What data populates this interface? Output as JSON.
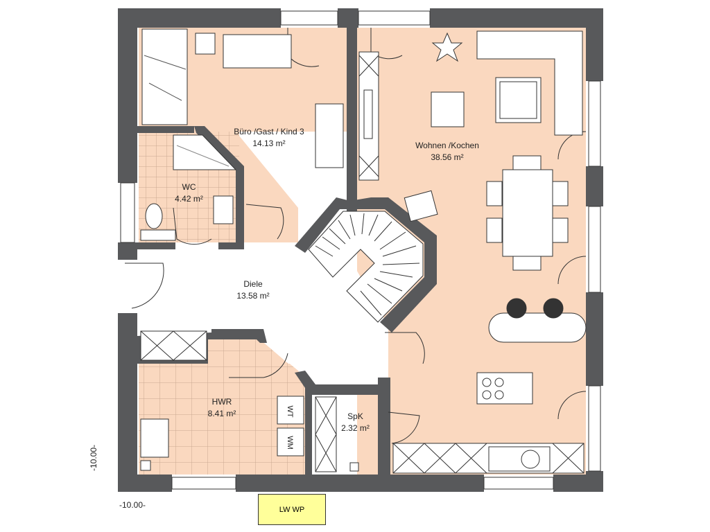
{
  "plan": {
    "colors": {
      "wall": "#58595b",
      "floor": "#fad8bf",
      "hallway": "#ffffff",
      "tile_line": "#c9a890",
      "outline": "#333333",
      "label_box": "#ffff9a"
    },
    "rooms": [
      {
        "id": "buero",
        "name": "Büro /Gast / Kind 3",
        "area": "14.13 m²"
      },
      {
        "id": "wohnen",
        "name": "Wohnen /Kochen",
        "area": "38.56 m²"
      },
      {
        "id": "wc",
        "name": "WC",
        "area": "4.42 m²"
      },
      {
        "id": "diele",
        "name": "Diele",
        "area": "13.58 m²"
      },
      {
        "id": "hwr",
        "name": "HWR",
        "area": "8.41 m²"
      },
      {
        "id": "spk",
        "name": "SpK",
        "area": "2.32 m²"
      }
    ],
    "dimensions": {
      "bottom": "-10.00-",
      "left": "-10.00-"
    },
    "appliances": {
      "dryer": "WT",
      "washer": "WM"
    },
    "outside_unit": "LW WP",
    "icons": [
      "sink-icon",
      "stove-icon",
      "toilet-icon",
      "shower-icon",
      "plant-icon",
      "stairs-icon"
    ]
  }
}
